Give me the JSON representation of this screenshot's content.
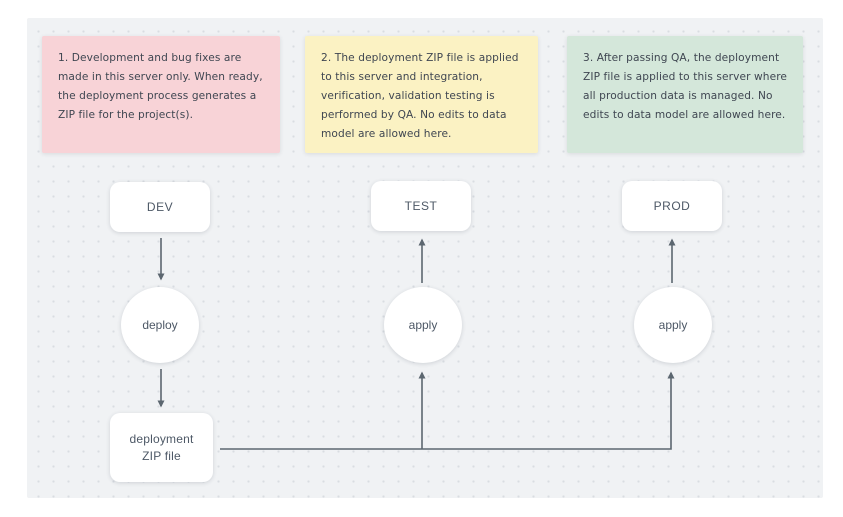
{
  "canvas": {
    "background_color": "#f0f2f4",
    "dot_color": "#d9dde2",
    "frame_color": "#ffffff"
  },
  "notes": [
    {
      "name": "note-dev",
      "color": "#f8d3d7",
      "text": "1. Development and bug fixes are made in this server only. When ready, the deployment process generates a ZIP file for the project(s)."
    },
    {
      "name": "note-test",
      "color": "#fbf2c3",
      "text": "2. The deployment ZIP file is applied to this server and integration, verification, validation testing is performed by QA. No edits to data model are allowed here."
    },
    {
      "name": "note-prod",
      "color": "#d4e7da",
      "text": "3. After passing QA, the deployment ZIP file is applied to this server where all production data is managed. No edits to data model are allowed here."
    }
  ],
  "nodes": {
    "dev": {
      "label": "DEV",
      "shape": "rounded-rect"
    },
    "test": {
      "label": "TEST",
      "shape": "rounded-rect"
    },
    "prod": {
      "label": "PROD",
      "shape": "rounded-rect"
    },
    "deploy": {
      "label": "deploy",
      "shape": "circle"
    },
    "apply_test": {
      "label": "apply",
      "shape": "circle"
    },
    "apply_prod": {
      "label": "apply",
      "shape": "circle"
    },
    "zip": {
      "label": "deployment ZIP file",
      "lines": [
        "deployment",
        "ZIP file"
      ],
      "shape": "rounded-rect"
    }
  },
  "edges": [
    {
      "from": "DEV",
      "to": "deploy"
    },
    {
      "from": "deploy",
      "to": "deployment ZIP file"
    },
    {
      "from": "apply (under TEST)",
      "to": "TEST"
    },
    {
      "from": "apply (under PROD)",
      "to": "PROD"
    },
    {
      "from": "deployment ZIP file",
      "to": "apply (under TEST)"
    },
    {
      "from": "deployment ZIP file",
      "to": "apply (under PROD)"
    }
  ],
  "colors": {
    "connector": "#5c6770",
    "note_text": "#3f4651",
    "node_text": "#4d5866",
    "node_background": "#ffffff"
  }
}
